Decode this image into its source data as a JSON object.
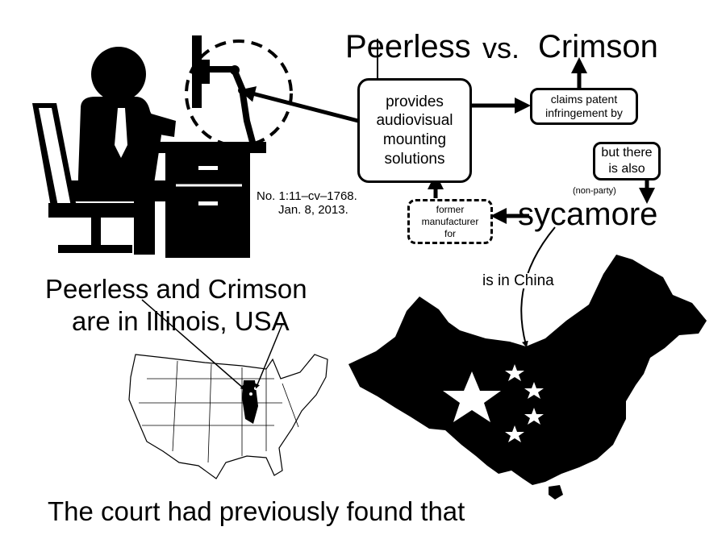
{
  "title": {
    "left": "Peerless",
    "middle": "vs.",
    "right": "Crimson"
  },
  "boxes": {
    "provides": "provides\naudiovisual\nmounting\nsolutions",
    "claims": "claims patent\ninfringement by",
    "but_there": "but there\nis also",
    "former": "former\nmanufacturer\nfor"
  },
  "case_info": {
    "number": "No. 1:11–cv–1768.",
    "date": "Jan. 8, 2013."
  },
  "non_party": "(non-party)",
  "sycamore": "sycamore",
  "in_china": "is in China",
  "illinois": {
    "line1": "Peerless and Crimson",
    "line2": "are in Illinois, USA"
  },
  "footer": "The court had previously found that",
  "colors": {
    "ink": "#000000",
    "background": "#ffffff"
  }
}
